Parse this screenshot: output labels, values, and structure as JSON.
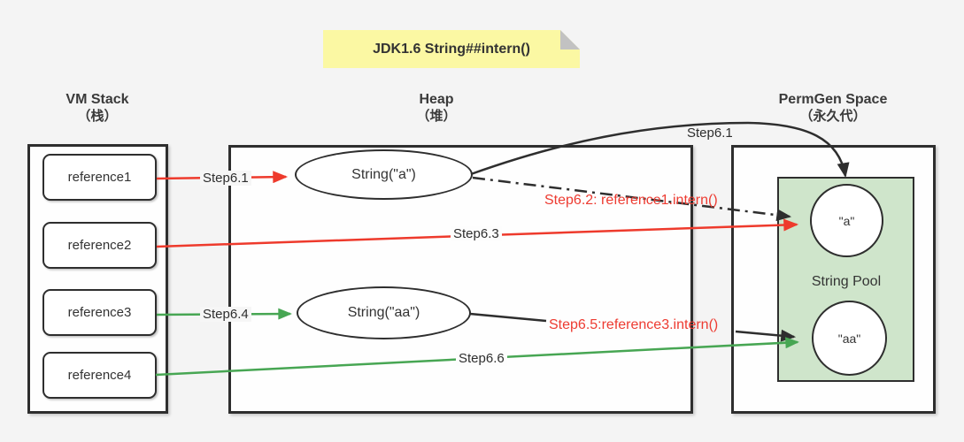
{
  "note": {
    "title": "JDK1.6 String##intern()"
  },
  "columns": {
    "vm_stack": {
      "title": "VM Stack",
      "subtitle": "（栈）"
    },
    "heap": {
      "title": "Heap",
      "subtitle": "（堆）"
    },
    "permgen": {
      "title": "PermGen Space",
      "subtitle": "（永久代）"
    }
  },
  "vm_stack": {
    "references": [
      "reference1",
      "reference2",
      "reference3",
      "reference4"
    ]
  },
  "heap": {
    "objects": [
      "String(\"a\")",
      "String(\"aa\")"
    ]
  },
  "permgen": {
    "string_pool_label": "String Pool",
    "interned": [
      "\"a\"",
      "\"aa\""
    ]
  },
  "labels": {
    "step61_left": "Step6.1",
    "step61_top": "Step6.1",
    "step62": "Step6.2: reference1.intern()",
    "step63": "Step6.3",
    "step64": "Step6.4",
    "step65": "Step6.5:reference3.intern()",
    "step66": "Step6.6"
  },
  "colors": {
    "arrow_red": "#ee3a2c",
    "arrow_green": "#47a653",
    "arrow_black": "#2e2e2e",
    "pool_green": "#cfe5cb",
    "note_yellow": "#fbf8a3",
    "label_red_text": "#ed3b31"
  }
}
